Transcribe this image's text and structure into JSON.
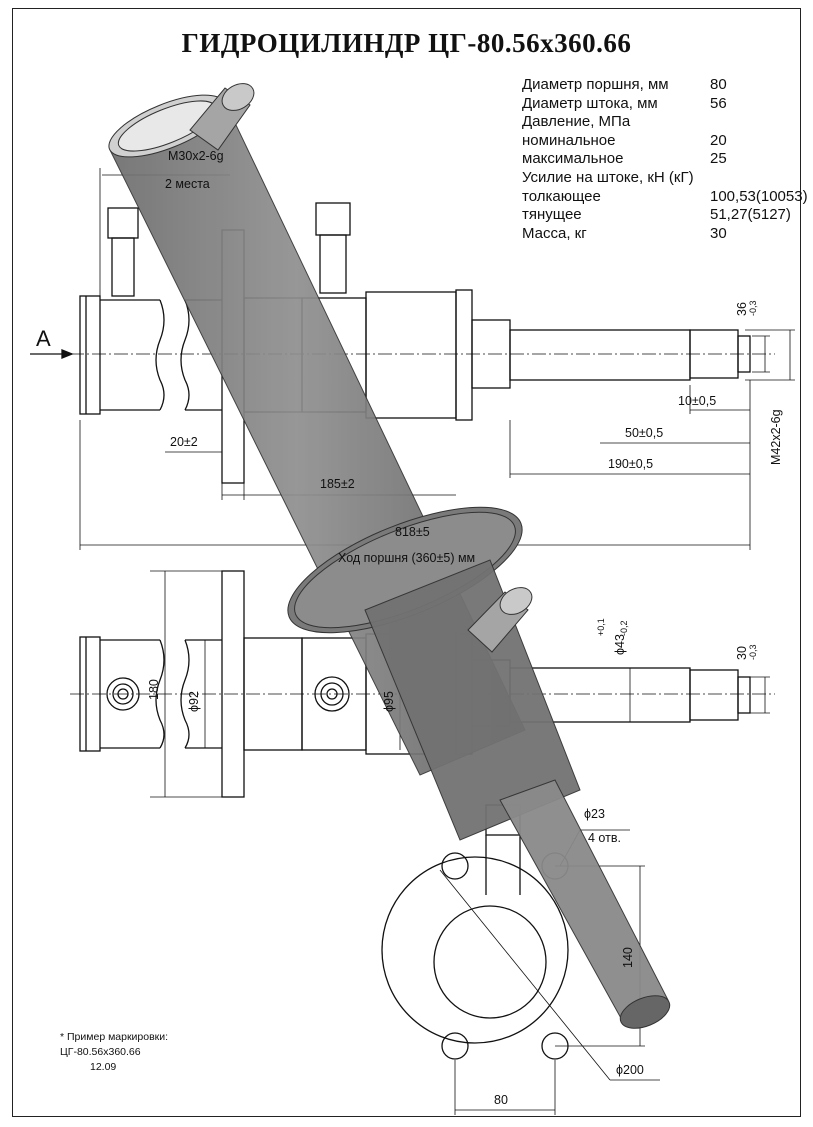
{
  "title": "ГИДРОЦИЛИНДР  ЦГ-80.56x360.66",
  "specs": [
    {
      "label": "Диаметр поршня, мм",
      "value": "80"
    },
    {
      "label": "Диаметр штока, мм",
      "value": "56"
    },
    {
      "label": "Давление, МПа",
      "value": ""
    },
    {
      "label": "номинальное",
      "value": "20"
    },
    {
      "label": "максимальное",
      "value": "25"
    },
    {
      "label": "Усилие на штоке, кН (кГ)",
      "value": ""
    },
    {
      "label": "толкающее",
      "value": "100,53(10053)"
    },
    {
      "label": "тянущее",
      "value": "51,27(5127)"
    },
    {
      "label": "Масса, кг",
      "value": "30"
    }
  ],
  "dimensions": {
    "port_thread": "М30x2-6g",
    "port_count": "2 места",
    "view_a": "A",
    "flange_thickness": "20±2",
    "flange_to_head": "185±2",
    "overall_length": "818±5",
    "piston_stroke": "Ход поршня (360±5) мм",
    "thread_len": "10±0,5",
    "rod_end_len": "50±0,5",
    "rod_len": "190±0,5",
    "rod_flat": "36",
    "rod_flat_tol": "-0,3",
    "rod_thread": "М42x2-6g",
    "flange_height": "180",
    "bore_dia": "ϕ92",
    "body_dia": "ϕ95",
    "rod_dia": "ϕ43",
    "rod_dia_tol_up": "+0,1",
    "rod_dia_tol_down": "-0,2",
    "end_flat": "30",
    "end_flat_tol": "-0,3",
    "hole_dia": "ϕ23",
    "hole_count": "4 отв.",
    "flange_pcd": "140",
    "flange_dia": "ϕ200",
    "hole_spacing": "80"
  },
  "marking_note": {
    "line1": "* Пример маркировки:",
    "line2": "ЦГ-80.56x360.66",
    "line3": "12.09"
  }
}
